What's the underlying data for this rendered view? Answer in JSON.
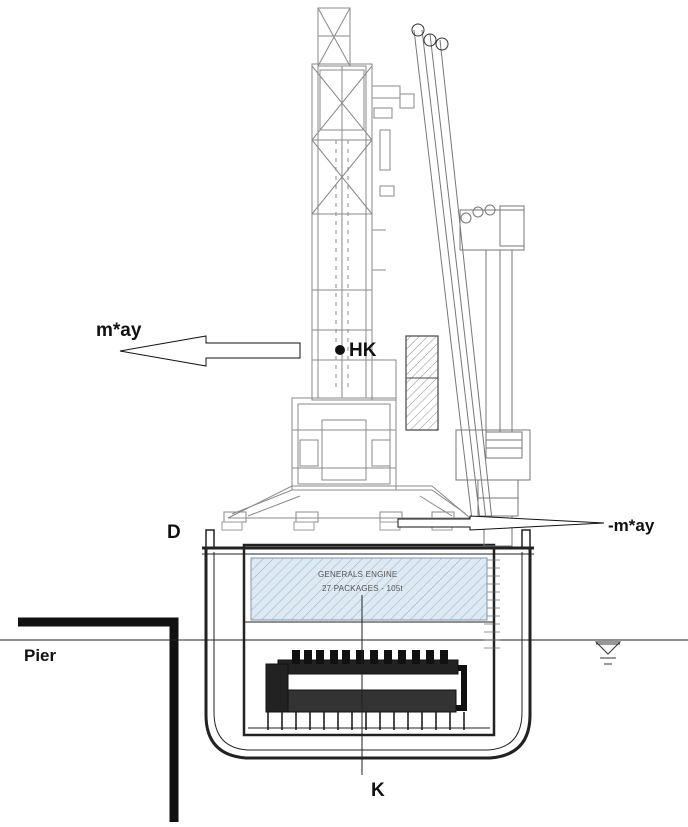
{
  "labels": {
    "force_left": "m*ay",
    "force_right": "-m*ay",
    "hook_point": "HK",
    "deck_point": "D",
    "keel_point": "K",
    "pier": "Pier"
  },
  "cargo": {
    "line1": "GENERALS ENGINE",
    "line2": "27 PACKAGES - 105t"
  },
  "colors": {
    "ink": "#111111",
    "crane_line": "#8a8a8a",
    "hull_line": "#222222",
    "cargo_fill": "#dde9f3",
    "hatch": "#9ab0c4"
  },
  "icons": {
    "waterline_marker": "water-level-icon",
    "hook_marker": "point-dot-icon"
  }
}
